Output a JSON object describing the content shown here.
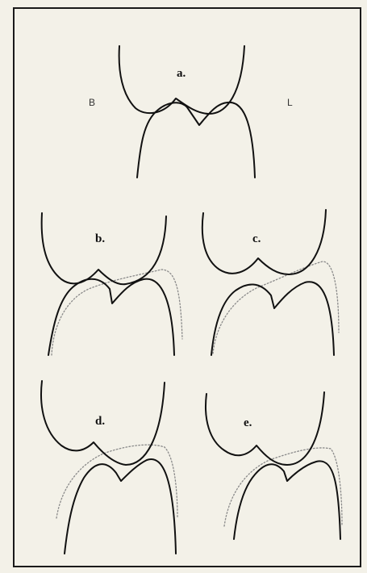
{
  "figure": {
    "side_labels": {
      "buccal": "B",
      "lingual": "L"
    },
    "panels": [
      {
        "id": "a",
        "label": "a."
      },
      {
        "id": "b",
        "label": "b."
      },
      {
        "id": "c",
        "label": "c."
      },
      {
        "id": "d",
        "label": "d."
      },
      {
        "id": "e",
        "label": "e."
      }
    ]
  },
  "colors": {
    "background": "#f3f1e8",
    "outline": "#111111",
    "dotted_outline": "#8a8a8a"
  }
}
